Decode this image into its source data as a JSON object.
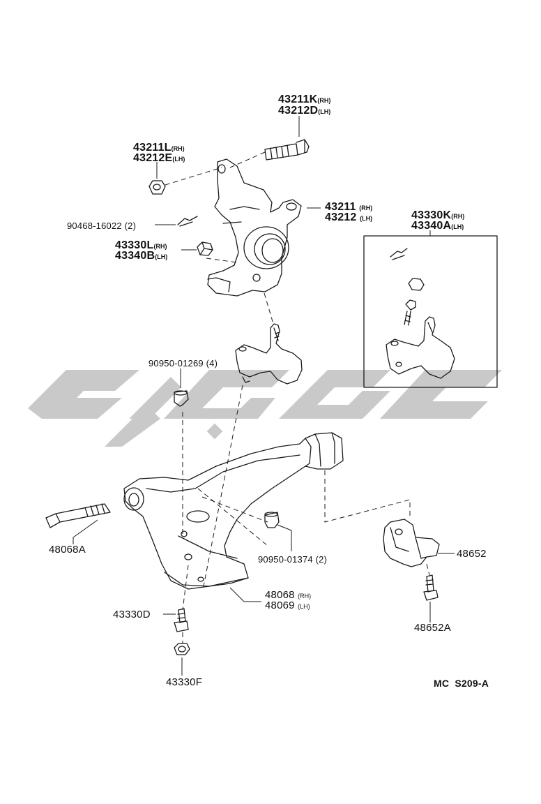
{
  "diagram": {
    "diagram_code": "MC  S209-A",
    "watermark": "سینا",
    "colors": {
      "line": "#1a1a1a",
      "watermark": "#c8c8c8",
      "background": "#ffffff"
    },
    "labels": {
      "p43211K": {
        "code": "43211K",
        "suffix": "(RH)"
      },
      "p43212D": {
        "code": "43212D",
        "suffix": "(LH)"
      },
      "p43211L": {
        "code": "43211L",
        "suffix": "(RH)"
      },
      "p43212E": {
        "code": "43212E",
        "suffix": "(LH)"
      },
      "p90468": {
        "code": "90468-16022",
        "suffix": "(2)"
      },
      "p43211": {
        "code": "43211",
        "suffix": "(RH)"
      },
      "p43212": {
        "code": "43212",
        "suffix": "(LH)"
      },
      "p43330L": {
        "code": "43330L",
        "suffix": "(RH)"
      },
      "p43340B": {
        "code": "43340B",
        "suffix": "(LH)"
      },
      "p43330K": {
        "code": "43330K",
        "suffix": "(RH)"
      },
      "p43340A": {
        "code": "43340A",
        "suffix": "(LH)"
      },
      "p90950a": {
        "code": "90950-01269",
        "suffix": "(4)"
      },
      "p48068A": {
        "code": "48068A"
      },
      "p90950b": {
        "code": "90950-01374",
        "suffix": "(2)"
      },
      "p48652": {
        "code": "48652"
      },
      "p48068": {
        "code": "48068",
        "suffix": "(RH)"
      },
      "p48069": {
        "code": "48069",
        "suffix": "(LH)"
      },
      "p43330D": {
        "code": "43330D"
      },
      "p48652A": {
        "code": "48652A"
      },
      "p43330F": {
        "code": "43330F"
      }
    }
  }
}
